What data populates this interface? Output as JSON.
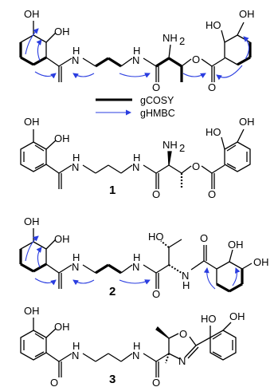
{
  "colors": {
    "bond": "#000000",
    "hmbc_arrow": "#2a3de0",
    "cosy_bond": "#000000",
    "background": "#ffffff"
  },
  "legend": {
    "cosy": "gCOSY",
    "hmbc": "gHMBC"
  },
  "structures": [
    {
      "id": "top",
      "label": "",
      "atoms": [
        "OH",
        "OH",
        "H",
        "N",
        "H",
        "N",
        "NH",
        "2",
        "O",
        "O",
        "O",
        "HO",
        "OH"
      ]
    },
    {
      "id": "compound-1",
      "label": "1",
      "atoms": [
        "OH",
        "OH",
        "H",
        "N",
        "H",
        "N",
        "NH",
        "2",
        "O",
        "O",
        "O",
        "HO",
        "OH"
      ]
    },
    {
      "id": "compound-2",
      "label": "2",
      "atoms": [
        "OH",
        "OH",
        "H",
        "N",
        "H",
        "N",
        "HO",
        "O",
        "O",
        "N",
        "H",
        "OH",
        "OH"
      ]
    },
    {
      "id": "compound-3",
      "label": "3",
      "atoms": [
        "OH",
        "OH",
        "H",
        "N",
        "H",
        "N",
        "O",
        "N",
        "O",
        "O",
        "HO",
        "OH"
      ]
    }
  ]
}
